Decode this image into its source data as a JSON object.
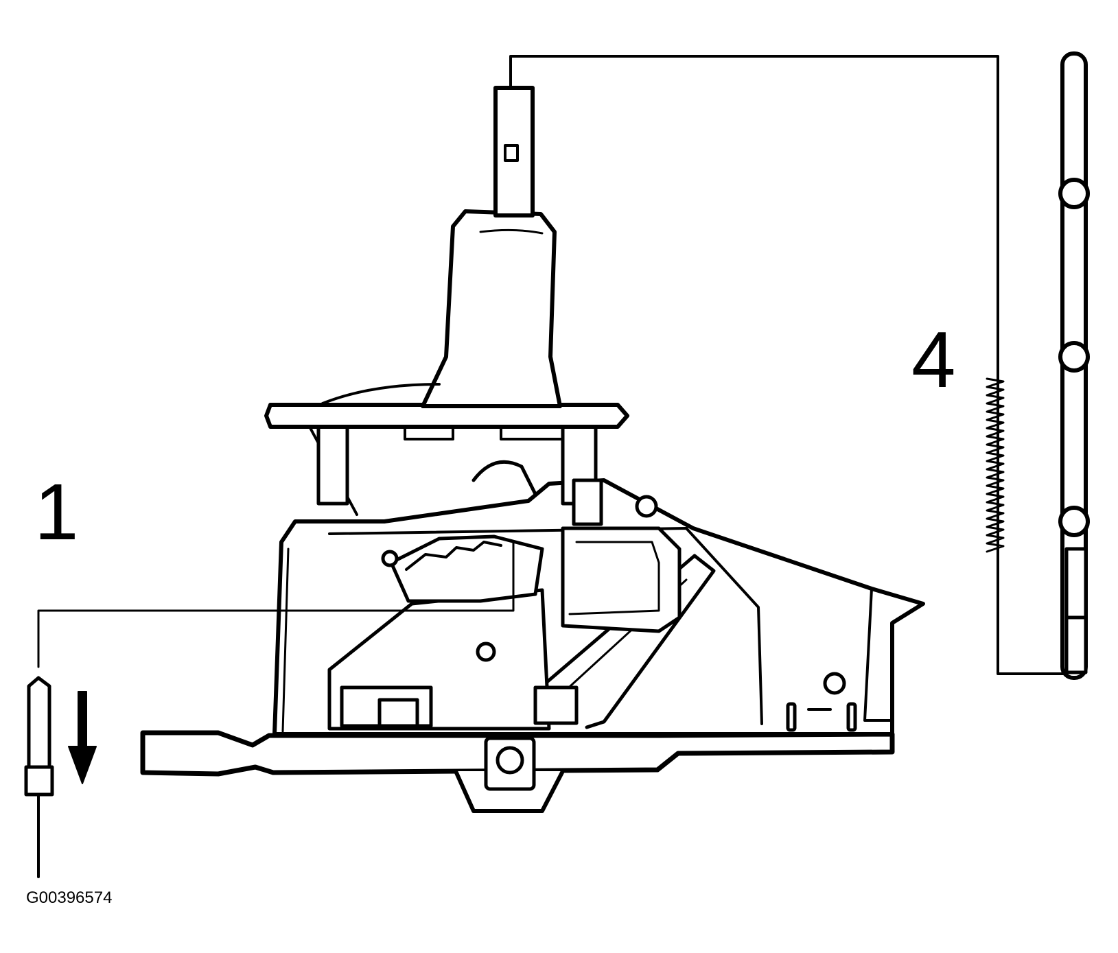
{
  "callouts": {
    "item_1": "1",
    "item_4": "4"
  },
  "figure_id": "G00396574",
  "colors": {
    "line": "#000000",
    "background": "#ffffff"
  }
}
